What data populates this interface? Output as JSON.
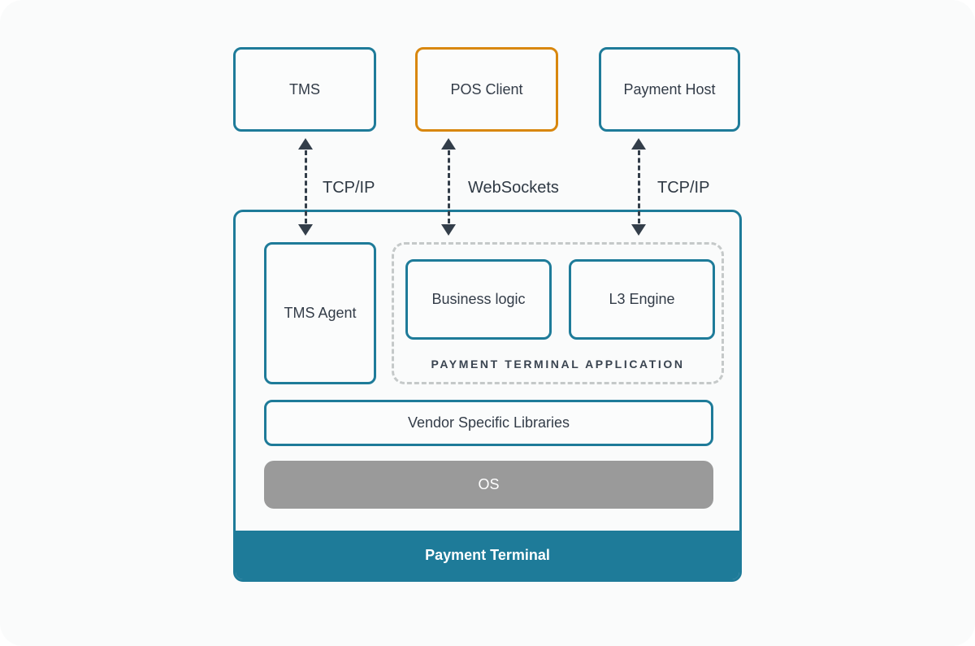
{
  "palette": {
    "teal": "#1e7b99",
    "orange": "#d8870e",
    "gray_fill": "#9a9a9a",
    "slate_text": "#333c48",
    "arrow": "#333e4a",
    "dashed_border": "#c5c9c9",
    "card_background": "#fafbfb"
  },
  "external_nodes": [
    {
      "label": "TMS",
      "accent": "teal"
    },
    {
      "label": "POS Client",
      "accent": "orange"
    },
    {
      "label": "Payment Host",
      "accent": "teal"
    }
  ],
  "connections": [
    {
      "label": "TCP/IP"
    },
    {
      "label": "WebSockets"
    },
    {
      "label": "TCP/IP"
    }
  ],
  "terminal": {
    "title": "Payment Terminal",
    "tms_agent_label": "TMS Agent",
    "application": {
      "label": "PAYMENT TERMINAL APPLICATION",
      "modules": [
        {
          "label": "Business logic"
        },
        {
          "label": "L3 Engine"
        }
      ]
    },
    "vendor_libraries_label": "Vendor Specific Libraries",
    "os_label": "OS"
  }
}
